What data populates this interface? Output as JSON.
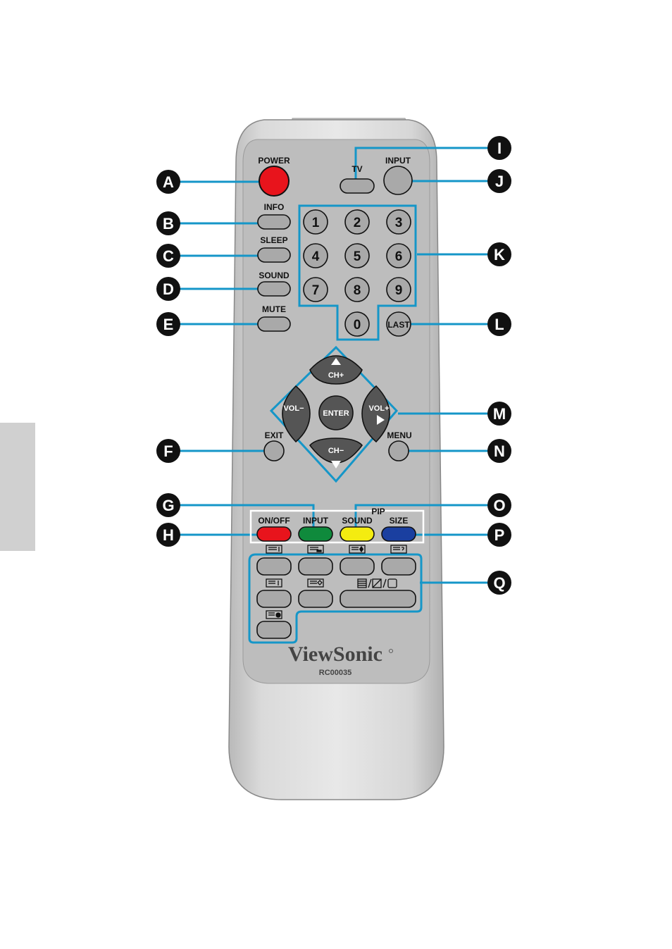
{
  "remote": {
    "brand": "ViewSonic",
    "model": "RC00035",
    "buttons": {
      "power": "POWER",
      "tv": "TV",
      "input": "INPUT",
      "info": "INFO",
      "sleep": "SLEEP",
      "sound": "SOUND",
      "mute": "MUTE",
      "numbers": [
        "1",
        "2",
        "3",
        "4",
        "5",
        "6",
        "7",
        "8",
        "9",
        "0"
      ],
      "last": "LAST",
      "ch_up": "CH+",
      "ch_down": "CH−",
      "vol_down": "VOL−",
      "vol_up": "VOL+",
      "enter": "ENTER",
      "exit": "EXIT",
      "menu": "MENU",
      "pip_title": "PIP",
      "pip_onoff": "ON/OFF",
      "pip_input": "INPUT",
      "pip_sound": "SOUND",
      "pip_size": "SIZE"
    }
  },
  "callouts": [
    "A",
    "B",
    "C",
    "D",
    "E",
    "F",
    "G",
    "H",
    "I",
    "J",
    "K",
    "L",
    "M",
    "N",
    "O",
    "P",
    "Q"
  ],
  "colors": {
    "power": "#e8141c",
    "pip_onoff": "#e8141c",
    "pip_input": "#0f8a3c",
    "pip_sound": "#f4ec10",
    "pip_size": "#1a3fa0",
    "callout_line": "#1596c8"
  }
}
